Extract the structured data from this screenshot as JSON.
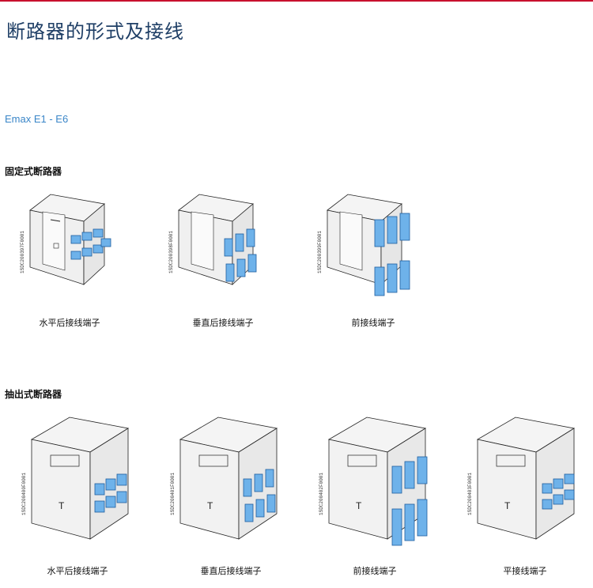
{
  "page": {
    "title": "断路器的形式及接线",
    "series": "Emax E1 - E6"
  },
  "sections": [
    {
      "title": "固定式断路器",
      "items": [
        {
          "caption": "水平后接线端子",
          "image_code": "1SDC200397F0001",
          "variant": "fixed-horizontal"
        },
        {
          "caption": "垂直后接线端子",
          "image_code": "1SDC200398F0001",
          "variant": "fixed-vertical"
        },
        {
          "caption": "前接线端子",
          "image_code": "1SDC200399F0001",
          "variant": "fixed-front"
        }
      ]
    },
    {
      "title": "抽出式断路器",
      "items": [
        {
          "caption": "水平后接线端子",
          "image_code": "1SDC200400F0001",
          "variant": "withdrawable-horizontal"
        },
        {
          "caption": "垂直后接线端子",
          "image_code": "1SDC200401F0001",
          "variant": "withdrawable-vertical"
        },
        {
          "caption": "前接线端子",
          "image_code": "1SDC200402F0001",
          "variant": "withdrawable-front"
        },
        {
          "caption": "平接线端子",
          "image_code": "1SDC200403F0001",
          "variant": "withdrawable-flat"
        }
      ]
    }
  ],
  "colors": {
    "terminal_blue": "#5aa6e6",
    "terminal_stroke": "#1f5e9e",
    "title": "#1f3f66",
    "series": "#3a86c8",
    "rule": "#c8102e"
  }
}
